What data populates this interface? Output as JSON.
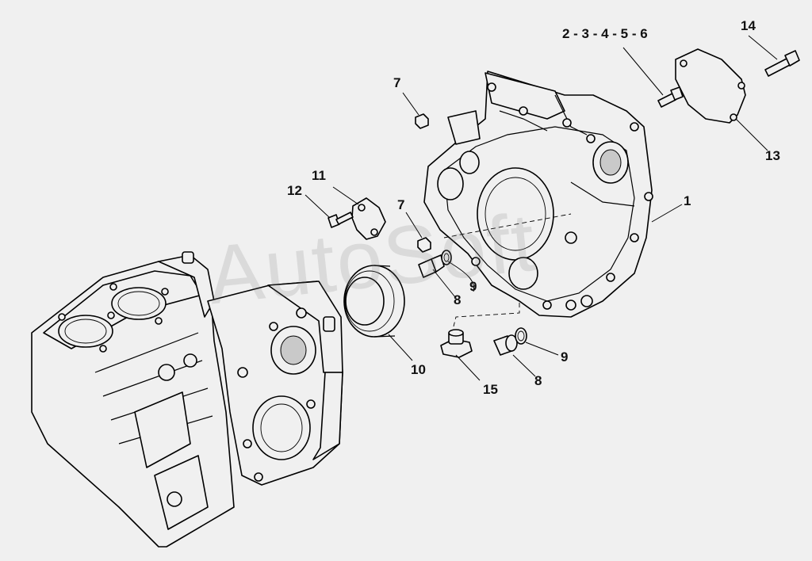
{
  "diagram": {
    "watermark_text": "AutoSoft",
    "callouts": [
      {
        "id": "c1",
        "text": "1"
      },
      {
        "id": "c2to6",
        "text": "2 - 3 - 4 - 5 - 6"
      },
      {
        "id": "c7a",
        "text": "7"
      },
      {
        "id": "c7b",
        "text": "7"
      },
      {
        "id": "c8a",
        "text": "8"
      },
      {
        "id": "c8b",
        "text": "8"
      },
      {
        "id": "c9a",
        "text": "9"
      },
      {
        "id": "c9b",
        "text": "9"
      },
      {
        "id": "c10",
        "text": "10"
      },
      {
        "id": "c11",
        "text": "11"
      },
      {
        "id": "c12",
        "text": "12"
      },
      {
        "id": "c13",
        "text": "13"
      },
      {
        "id": "c14",
        "text": "14"
      },
      {
        "id": "c15",
        "text": "15"
      }
    ]
  }
}
